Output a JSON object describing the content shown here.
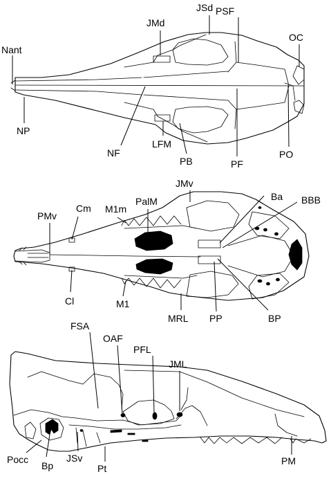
{
  "views": {
    "dorsal": {
      "labels": {
        "nant": "Nant",
        "np": "NP",
        "jmd": "JMd",
        "jsd": "JSd",
        "psf": "PSF",
        "oc": "OC",
        "nf": "NF",
        "lfm": "LFM",
        "pb": "PB",
        "pf": "PF",
        "po": "PO"
      }
    },
    "ventral": {
      "labels": {
        "pmv": "PMv",
        "cm": "Cm",
        "m1m": "M1m",
        "palm": "PalM",
        "jmv": "JMv",
        "ba": "Ba",
        "bbb": "BBB",
        "cl": "Cl",
        "m1": "M1",
        "mrl": "MRL",
        "pp": "PP",
        "bp_ventral": "BP"
      }
    },
    "lateral": {
      "labels": {
        "fsa": "FSA",
        "oaf": "OAF",
        "pfl": "PFL",
        "jml": "JML",
        "pocc": "Pocc",
        "bp_lateral": "Bp",
        "jsv": "JSv",
        "pt": "Pt",
        "pm": "PM"
      }
    }
  }
}
